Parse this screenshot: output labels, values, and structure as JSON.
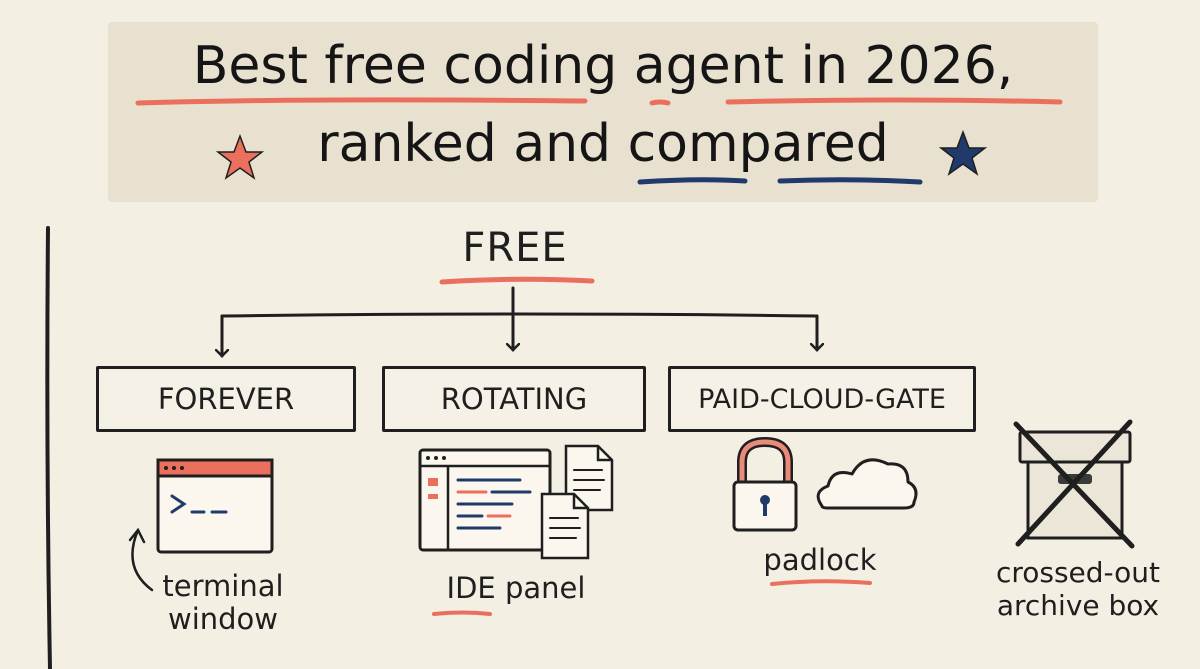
{
  "title": {
    "line1": "Best free coding agent in 2026,",
    "line2": "ranked and compared"
  },
  "root": {
    "label": "FREE"
  },
  "categories": [
    {
      "label": "FOREVER",
      "icon": "terminal-window-icon"
    },
    {
      "label": "ROTATING",
      "icon": "ide-panel-icon"
    },
    {
      "label": "PAID-CLOUD-GATE",
      "icon": "padlock-cloud-icon"
    }
  ],
  "captions": {
    "terminal": "terminal window",
    "ide": "IDE panel",
    "padlock": "padlock",
    "archive": "crossed-out archive box"
  },
  "colors": {
    "background": "#f4efe3",
    "banner": "#e9e1d0",
    "accent_red": "#ea6f5c",
    "accent_navy": "#1f3a6b",
    "ink": "#1f1f1f"
  }
}
